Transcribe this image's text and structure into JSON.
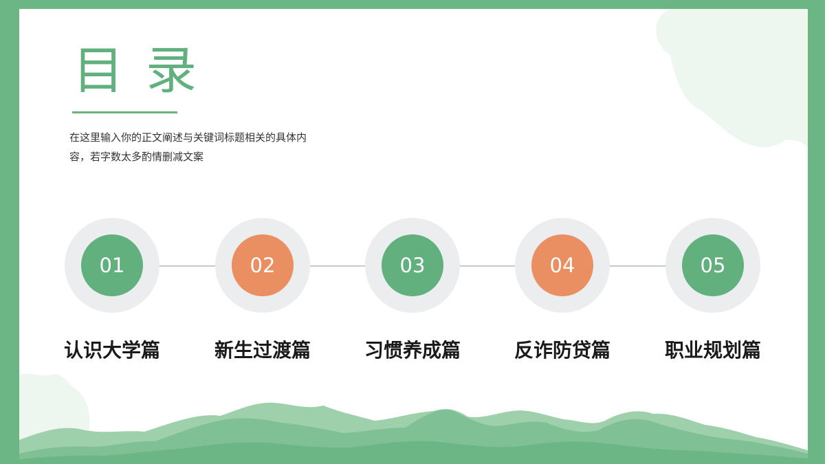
{
  "slide": {
    "title": "目录",
    "description_lines": [
      "在这里输入你的正文阐述与关键词标题相关的具体内",
      "容，若字数太多酌情删减文案"
    ],
    "sections": [
      {
        "number": "01",
        "label": "认识大学篇",
        "color": "#62b07e"
      },
      {
        "number": "02",
        "label": "新生过渡篇",
        "color": "#ea8f62"
      },
      {
        "number": "03",
        "label": "习惯养成篇",
        "color": "#62b07e"
      },
      {
        "number": "04",
        "label": "反诈防贷篇",
        "color": "#ea8f62"
      },
      {
        "number": "05",
        "label": "职业规划篇",
        "color": "#62b07e"
      }
    ],
    "colors": {
      "frame_green": "#6cb585",
      "accent_green": "#62b07e",
      "accent_orange": "#ea8f62",
      "ring_gray": "#ecedef",
      "connector_gray": "#c7c9d0"
    }
  }
}
